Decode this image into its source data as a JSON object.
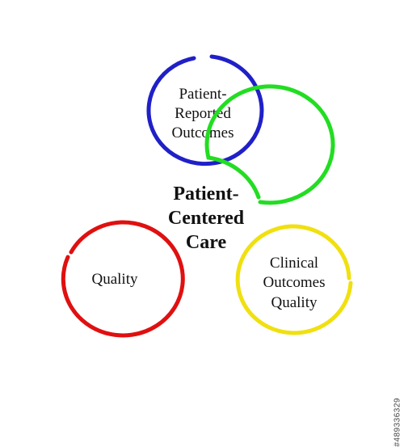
{
  "diagram": {
    "nodes": {
      "top": {
        "lines": [
          "Patient-",
          "Reported",
          "Outcomes"
        ],
        "color": "#2020c8"
      },
      "center": {
        "lines": [
          "Patient-",
          "Centered",
          "Care"
        ],
        "color": "#22dd22"
      },
      "left": {
        "lines": [
          "Quality"
        ],
        "color": "#e01010"
      },
      "right": {
        "lines": [
          "Clinical",
          "Outcomes",
          "Quality"
        ],
        "color": "#f0e010"
      }
    }
  },
  "watermark": {
    "text": "#489336329"
  }
}
